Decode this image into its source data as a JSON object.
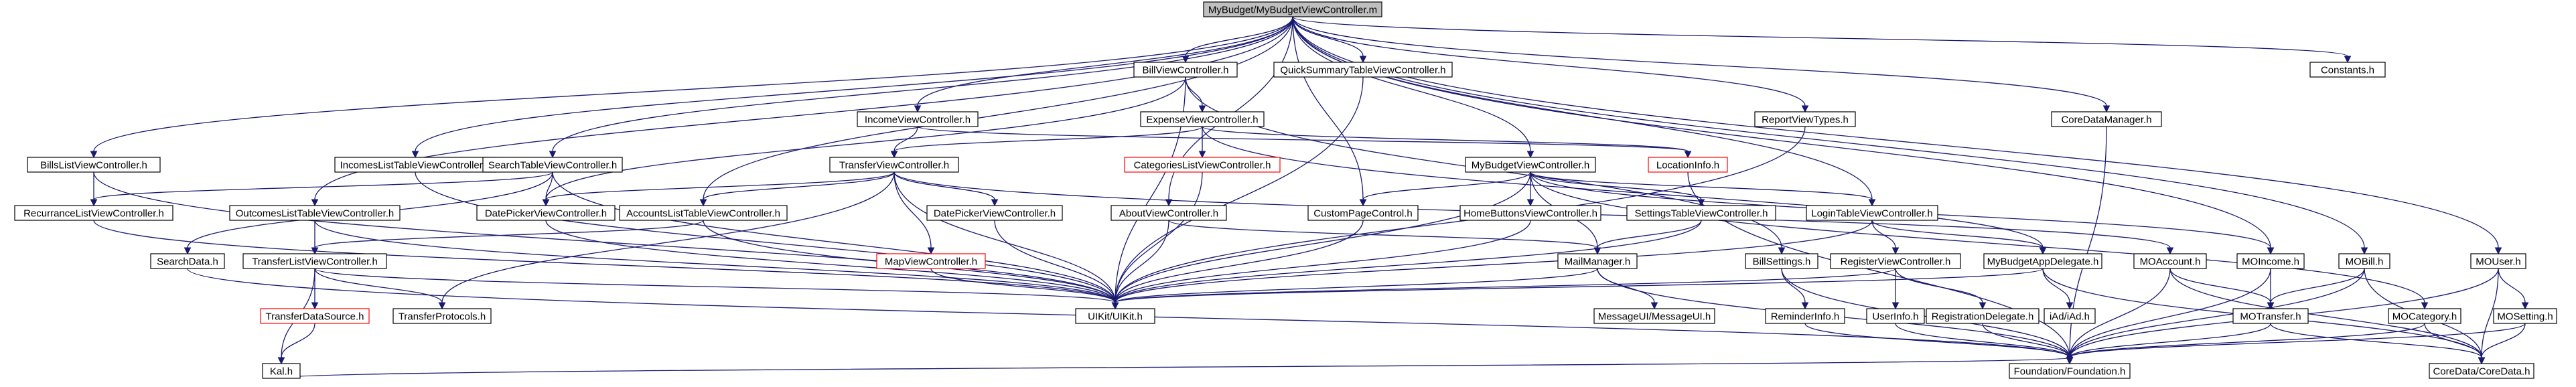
{
  "graph": {
    "root": "MyBudget/MyBudgetViewController.m",
    "nodes": [
      {
        "id": "root",
        "label": "MyBudget/MyBudgetViewController.m",
        "root": true
      },
      {
        "id": "bills_list",
        "label": "BillsListViewController.h"
      },
      {
        "id": "incomes_list",
        "label": "IncomesListTableViewController.h"
      },
      {
        "id": "search_table",
        "label": "SearchTableViewController.h"
      },
      {
        "id": "bill_vc",
        "label": "BillViewController.h"
      },
      {
        "id": "quick_summary",
        "label": "QuickSummaryTableViewController.h"
      },
      {
        "id": "constants",
        "label": "Constants.h"
      },
      {
        "id": "income_vc",
        "label": "IncomeViewController.h"
      },
      {
        "id": "expense_vc",
        "label": "ExpenseViewController.h"
      },
      {
        "id": "report_types",
        "label": "ReportViewTypes.h"
      },
      {
        "id": "core_data_mgr",
        "label": "CoreDataManager.h"
      },
      {
        "id": "categories_list",
        "label": "CategoriesListViewController.h",
        "missing": true
      },
      {
        "id": "location_info",
        "label": "LocationInfo.h",
        "missing": true
      },
      {
        "id": "transfer_vc",
        "label": "TransferViewController.h"
      },
      {
        "id": "mybudget_vc",
        "label": "MyBudgetViewController.h"
      },
      {
        "id": "recurrance_list",
        "label": "RecurranceListViewController.h"
      },
      {
        "id": "outcomes_list",
        "label": "OutcomesListTableViewController.h"
      },
      {
        "id": "datepicker_vc",
        "label": "DatePickerViewController.h"
      },
      {
        "id": "accounts_list",
        "label": "AccountsListTableViewController.h"
      },
      {
        "id": "datepicker_view_vc",
        "label": "DatePickerViewController.h"
      },
      {
        "id": "about_vc",
        "label": "AboutViewController.h"
      },
      {
        "id": "custom_page",
        "label": "CustomPageControl.h"
      },
      {
        "id": "home_buttons",
        "label": "HomeButtonsViewController.h"
      },
      {
        "id": "settings_table",
        "label": "SettingsTableViewController.h"
      },
      {
        "id": "login_table",
        "label": "LoginTableViewController.h"
      },
      {
        "id": "search_data",
        "label": "SearchData.h"
      },
      {
        "id": "transfer_list",
        "label": "TransferListViewController.h"
      },
      {
        "id": "map_vc",
        "label": "MapViewController.h",
        "missing": true
      },
      {
        "id": "mail_mgr",
        "label": "MailManager.h"
      },
      {
        "id": "bill_settings",
        "label": "BillSettings.h"
      },
      {
        "id": "register_vc",
        "label": "RegisterViewController.h"
      },
      {
        "id": "app_delegate",
        "label": "MyBudgetAppDelegate.h"
      },
      {
        "id": "moaccount",
        "label": "MOAccount.h"
      },
      {
        "id": "moincome",
        "label": "MOIncome.h"
      },
      {
        "id": "mobill",
        "label": "MOBill.h"
      },
      {
        "id": "mouser",
        "label": "MOUser.h"
      },
      {
        "id": "transfer_ds",
        "label": "TransferDataSource.h",
        "missing": true
      },
      {
        "id": "transfer_protocols",
        "label": "TransferProtocols.h"
      },
      {
        "id": "uikit",
        "label": "UIKit/UIKit.h"
      },
      {
        "id": "messageui",
        "label": "MessageUI/MessageUI.h"
      },
      {
        "id": "reminder",
        "label": "ReminderInfo.h"
      },
      {
        "id": "userinfo",
        "label": "UserInfo.h"
      },
      {
        "id": "reg_delegate",
        "label": "RegistrationDelegate.h"
      },
      {
        "id": "iad",
        "label": "iAd/iAd.h"
      },
      {
        "id": "motransfer",
        "label": "MOTransfer.h"
      },
      {
        "id": "mocategory",
        "label": "MOCategory.h"
      },
      {
        "id": "mosetting",
        "label": "MOSetting.h"
      },
      {
        "id": "kal",
        "label": "Kal.h"
      },
      {
        "id": "foundation",
        "label": "Foundation/Foundation.h"
      },
      {
        "id": "coredata",
        "label": "CoreData/CoreData.h"
      }
    ],
    "edges": [
      [
        "root",
        "bills_list"
      ],
      [
        "root",
        "incomes_list"
      ],
      [
        "root",
        "search_table"
      ],
      [
        "root",
        "outcomes_list"
      ],
      [
        "root",
        "accounts_list"
      ],
      [
        "root",
        "income_vc"
      ],
      [
        "root",
        "bill_vc"
      ],
      [
        "root",
        "quick_summary"
      ],
      [
        "root",
        "about_vc"
      ],
      [
        "root",
        "custom_page"
      ],
      [
        "root",
        "mybudget_vc"
      ],
      [
        "root",
        "report_types"
      ],
      [
        "root",
        "login_table"
      ],
      [
        "root",
        "core_data_mgr"
      ],
      [
        "root",
        "moincome"
      ],
      [
        "root",
        "mobill"
      ],
      [
        "root",
        "mouser"
      ],
      [
        "root",
        "constants"
      ],
      [
        "bills_list",
        "recurrance_list"
      ],
      [
        "bills_list",
        "uikit"
      ],
      [
        "incomes_list",
        "uikit"
      ],
      [
        "search_table",
        "search_data"
      ],
      [
        "search_table",
        "datepicker_vc"
      ],
      [
        "search_table",
        "uikit"
      ],
      [
        "search_table",
        "recurrance_list"
      ],
      [
        "bill_vc",
        "expense_vc"
      ],
      [
        "bill_vc",
        "datepicker_vc"
      ],
      [
        "bill_vc",
        "bill_settings"
      ],
      [
        "bill_vc",
        "uikit"
      ],
      [
        "quick_summary",
        "uikit"
      ],
      [
        "income_vc",
        "transfer_vc"
      ],
      [
        "income_vc",
        "location_info"
      ],
      [
        "expense_vc",
        "categories_list"
      ],
      [
        "expense_vc",
        "location_info"
      ],
      [
        "expense_vc",
        "transfer_vc"
      ],
      [
        "expense_vc",
        "app_delegate"
      ],
      [
        "report_types",
        "uikit"
      ],
      [
        "core_data_mgr",
        "foundation"
      ],
      [
        "categories_list",
        "uikit"
      ],
      [
        "location_info",
        "foundation"
      ],
      [
        "transfer_vc",
        "datepicker_vc"
      ],
      [
        "transfer_vc",
        "accounts_list"
      ],
      [
        "transfer_vc",
        "datepicker_view_vc"
      ],
      [
        "transfer_vc",
        "map_vc"
      ],
      [
        "transfer_vc",
        "transfer_protocols"
      ],
      [
        "transfer_vc",
        "uikit"
      ],
      [
        "transfer_vc",
        "moaccount"
      ],
      [
        "mybudget_vc",
        "custom_page"
      ],
      [
        "mybudget_vc",
        "home_buttons"
      ],
      [
        "mybudget_vc",
        "settings_table"
      ],
      [
        "mybudget_vc",
        "login_table"
      ],
      [
        "mybudget_vc",
        "uikit"
      ],
      [
        "mybudget_vc",
        "mail_mgr"
      ],
      [
        "mybudget_vc",
        "moincome"
      ],
      [
        "mybudget_vc",
        "mocategory"
      ],
      [
        "recurrance_list",
        "uikit"
      ],
      [
        "outcomes_list",
        "transfer_list"
      ],
      [
        "outcomes_list",
        "uikit"
      ],
      [
        "datepicker_vc",
        "uikit"
      ],
      [
        "accounts_list",
        "transfer_list"
      ],
      [
        "accounts_list",
        "uikit"
      ],
      [
        "datepicker_view_vc",
        "uikit"
      ],
      [
        "about_vc",
        "uikit"
      ],
      [
        "about_vc",
        "mail_mgr"
      ],
      [
        "custom_page",
        "uikit"
      ],
      [
        "home_buttons",
        "uikit"
      ],
      [
        "settings_table",
        "mail_mgr"
      ],
      [
        "settings_table",
        "uikit"
      ],
      [
        "login_table",
        "register_vc"
      ],
      [
        "login_table",
        "app_delegate"
      ],
      [
        "login_table",
        "uikit"
      ],
      [
        "search_data",
        "foundation"
      ],
      [
        "transfer_list",
        "transfer_ds"
      ],
      [
        "transfer_list",
        "transfer_protocols"
      ],
      [
        "transfer_list",
        "uikit"
      ],
      [
        "transfer_list",
        "kal"
      ],
      [
        "map_vc",
        "uikit"
      ],
      [
        "mail_mgr",
        "messageui"
      ],
      [
        "mail_mgr",
        "uikit"
      ],
      [
        "mail_mgr",
        "foundation"
      ],
      [
        "bill_settings",
        "reminder"
      ],
      [
        "bill_settings",
        "foundation"
      ],
      [
        "register_vc",
        "userinfo"
      ],
      [
        "register_vc",
        "reg_delegate"
      ],
      [
        "register_vc",
        "uikit"
      ],
      [
        "app_delegate",
        "iad"
      ],
      [
        "app_delegate",
        "uikit"
      ],
      [
        "app_delegate",
        "coredata"
      ],
      [
        "moaccount",
        "motransfer"
      ],
      [
        "moaccount",
        "foundation"
      ],
      [
        "moaccount",
        "coredata"
      ],
      [
        "moincome",
        "motransfer"
      ],
      [
        "moincome",
        "foundation"
      ],
      [
        "mobill",
        "motransfer"
      ],
      [
        "mobill",
        "foundation"
      ],
      [
        "mobill",
        "coredata"
      ],
      [
        "mouser",
        "mosetting"
      ],
      [
        "mouser",
        "foundation"
      ],
      [
        "mouser",
        "coredata"
      ],
      [
        "transfer_ds",
        "kal"
      ],
      [
        "reminder",
        "foundation"
      ],
      [
        "userinfo",
        "foundation"
      ],
      [
        "reg_delegate",
        "foundation"
      ],
      [
        "motransfer",
        "foundation"
      ],
      [
        "motransfer",
        "coredata"
      ],
      [
        "mocategory",
        "foundation"
      ],
      [
        "mocategory",
        "coredata"
      ],
      [
        "mosetting",
        "foundation"
      ],
      [
        "mosetting",
        "coredata"
      ],
      [
        "kal",
        "foundation"
      ]
    ]
  }
}
